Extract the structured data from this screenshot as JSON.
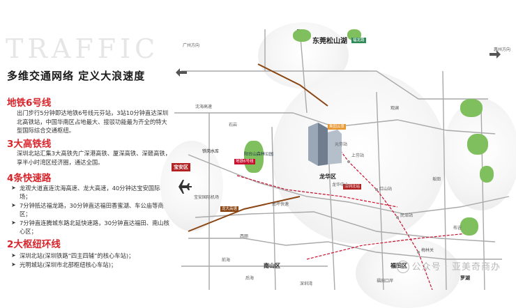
{
  "watermark_title": "TRAFFIC",
  "headline": "多维交通网络  定义大浪速度",
  "sections": [
    {
      "title": "地铁6号线",
      "body": "出门步行5分钟即达地铁6号线元芬站，3站10分钟直达深圳北高铁站，中国华南区占地最大、接驳功能最为齐全的特大型国际综合交通枢纽。"
    },
    {
      "title": "3大高铁线",
      "body": "深圳北站汇集3大高铁先广深港高铁、厦深高铁、深赣高铁，享半小时湾区经济圈，通达全国。"
    },
    {
      "title": "4条快速路",
      "bullets": [
        "龙观大道直连沈海高速、龙大高速，40分钟达宝安国际机场；",
        "7分钟抵达福龙路，30分钟直达福田香蜜湖、车公庙等商务区；",
        "7分钟直连腾城东路北延快速路，30分钟直达福田、南山核心区；"
      ]
    },
    {
      "title": "2大枢纽环线",
      "bullets": [
        "深圳北站(深圳铁路“四主四辅”的核心车站)；",
        "光明城站(深圳市北部枢纽核心车站)；"
      ]
    }
  ],
  "map": {
    "places": {
      "dongguan": "东莞松山湖",
      "baoan": "宝安区",
      "longhua": "龙华区",
      "nanshan": "南山区",
      "futian": "福田区",
      "luohu": "罗湖",
      "project": "奥园云景",
      "park": "阳台山森林公园",
      "shenzhen_north": "深圳北站",
      "tiegang": "铁岗水库",
      "longhua_sub": "龙华中心",
      "airport_sign": "宝安国际机场",
      "guangzhou": "广州方向",
      "huizhou": "惠州方向",
      "highway_tag": "龙大高速",
      "road_tag": "福龙路",
      "metro_tag": "地铁6号线",
      "sub_label_1": "元芬站",
      "sub_label_2": "上芬站",
      "sub_label_3": "红山站",
      "sub_label_4": "民治站",
      "sub_label_5": "梅林关",
      "sub_label_6": "沈海高速",
      "sub_label_7": "南坪快速",
      "sub_label_8": "前海",
      "sub_label_9": "后海",
      "sub_label_10": "福田口岸",
      "sub_label_11": "深圳湾",
      "sub_label_12": "坂田",
      "sub_label_13": "布吉",
      "sub_label_14": "观澜",
      "sub_label_15": "石岩",
      "sub_label_16": "西丽"
    }
  },
  "footer_watermark": "公众号 · 亚美奇商办",
  "colors": {
    "accent": "#d8232a",
    "metro": "#c8102e",
    "highway": "#a0522d",
    "road": "#9e9e9e",
    "green": "#7fbf5e",
    "tag": "#b22222"
  }
}
